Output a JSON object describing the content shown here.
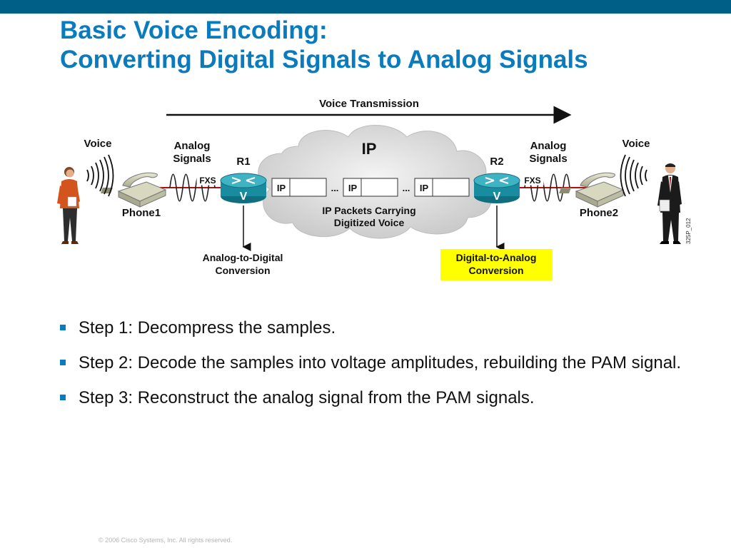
{
  "title": {
    "line1": "Basic Voice Encoding:",
    "line2": "Converting Digital Signals to Analog Signals"
  },
  "diagram": {
    "voice_transmission": "Voice Transmission",
    "voice_left": "Voice",
    "voice_right": "Voice",
    "analog_left_1": "Analog",
    "analog_left_2": "Signals",
    "analog_right_1": "Analog",
    "analog_right_2": "Signals",
    "r1": "R1",
    "r2": "R2",
    "fxs_left": "FXS",
    "fxs_right": "FXS",
    "router_v_left": "V",
    "router_v_right": "V",
    "cloud_label": "IP",
    "packet_labels": [
      "IP",
      "IP",
      "IP"
    ],
    "ellipsis": "...",
    "packets_caption_1": "IP Packets Carrying",
    "packets_caption_2": "Digitized Voice",
    "phone1": "Phone1",
    "phone2": "Phone2",
    "adc_1": "Analog-to-Digital",
    "adc_2": "Conversion",
    "dac_1": "Digital-to-Analog",
    "dac_2": "Conversion",
    "figure_code": "325P_012",
    "colors": {
      "highlight": "#ffff00",
      "router": "#1a8ca0",
      "signal_line": "#b01010"
    }
  },
  "bullets": [
    "Step 1: Decompress the samples.",
    "Step 2: Decode the samples into voltage amplitudes, rebuilding the PAM signal.",
    "Step 3: Reconstruct the analog signal from the PAM signals."
  ],
  "footer": "© 2006 Cisco Systems, Inc. All rights reserved.",
  "colors": {
    "title": "#0a7bbd",
    "topbar": "#005f87"
  }
}
